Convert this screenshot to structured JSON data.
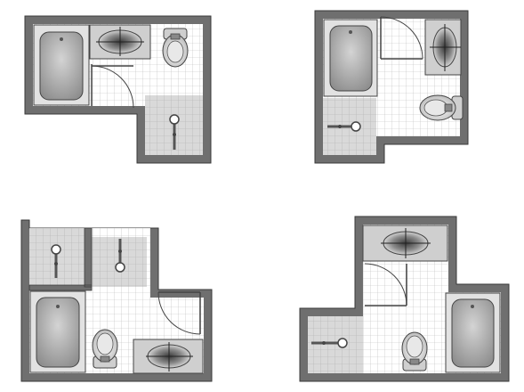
{
  "figure": {
    "description_visible_text": "",
    "colors": {
      "wall": "#6f6f6f",
      "wall_edge": "#3a3a3a",
      "floor": "#ffffff",
      "floor_shaded": "#d9d9d9",
      "grid": "#b9b9b9",
      "fixture_fill": "#9a9a9a",
      "fixture_light": "#e2e2e2",
      "fixture_edge": "#444444"
    }
  },
  "plans": [
    {
      "id": "plan-1",
      "fixtures": [
        "bathtub",
        "sink-vanity",
        "toilet",
        "door-swing",
        "shower-valve"
      ]
    },
    {
      "id": "plan-2",
      "fixtures": [
        "bathtub",
        "door-swing",
        "sink-vanity",
        "toilet",
        "shower-valve"
      ]
    },
    {
      "id": "plan-3",
      "fixtures": [
        "shower-valve",
        "shower-valve",
        "bathtub",
        "toilet",
        "sink-vanity",
        "door-swing"
      ]
    },
    {
      "id": "plan-4",
      "fixtures": [
        "sink-vanity",
        "door-swing",
        "shower-valve",
        "toilet",
        "bathtub"
      ]
    }
  ]
}
